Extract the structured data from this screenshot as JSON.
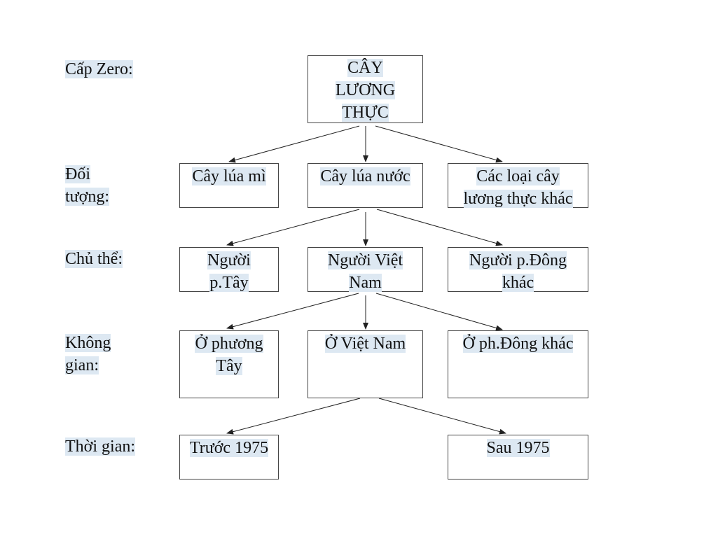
{
  "levels": {
    "zero": "Cấp Zero:",
    "object": "Đối\ntượng:",
    "subject": "Chủ thể:",
    "space": "Không\ngian:",
    "time": "Thời gian:"
  },
  "nodes": {
    "root": "CÂY\nLƯƠNG\nTHỰC",
    "wheat": "Cây lúa mì",
    "rice": "Cây lúa nước",
    "other_crops": "Các loại cây\nlương thực khác",
    "western_people": "Người\np.Tây",
    "vietnamese_people": "Người Việt\nNam",
    "other_eastern_people": "Người p.Đông\nkhác",
    "in_west": "Ở phương\nTây",
    "in_vietnam": "Ở Việt Nam",
    "in_other_east": "Ở ph.Đông khác",
    "before_1975": "Trước 1975",
    "after_1975": "Sau 1975"
  },
  "edges": [
    [
      "root",
      "wheat"
    ],
    [
      "root",
      "rice"
    ],
    [
      "root",
      "other_crops"
    ],
    [
      "rice",
      "western_people"
    ],
    [
      "rice",
      "vietnamese_people"
    ],
    [
      "rice",
      "other_eastern_people"
    ],
    [
      "vietnamese_people",
      "in_west"
    ],
    [
      "vietnamese_people",
      "in_vietnam"
    ],
    [
      "vietnamese_people",
      "in_other_east"
    ],
    [
      "in_vietnam",
      "before_1975"
    ],
    [
      "in_vietnam",
      "after_1975"
    ]
  ]
}
